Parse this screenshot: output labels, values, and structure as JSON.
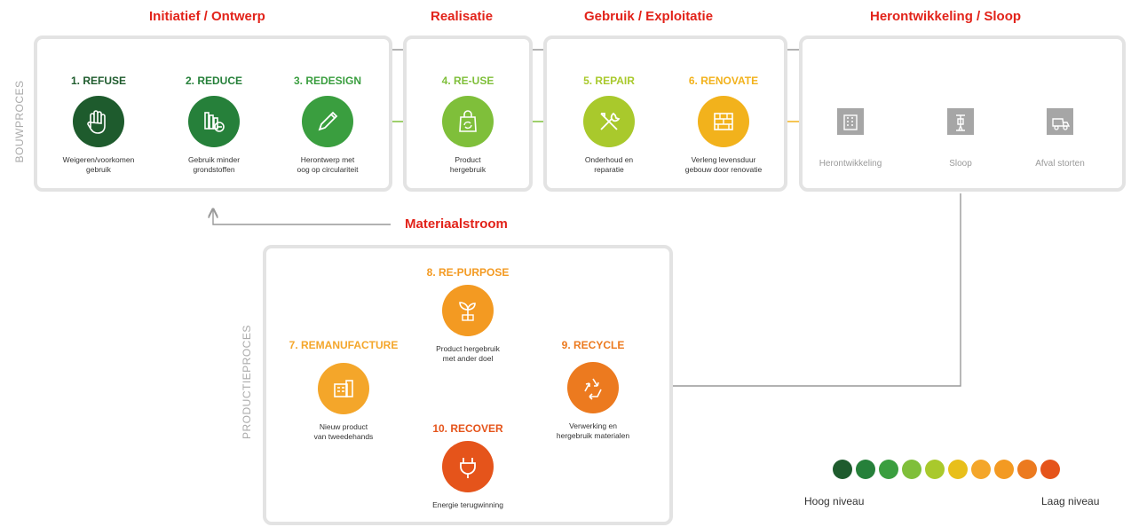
{
  "phases": {
    "initiatief": "Initiatief / Ontwerp",
    "realisatie": "Realisatie",
    "gebruik": "Gebruik / Exploitatie",
    "herontwikkeling": "Herontwikkeling / Sloop"
  },
  "side_labels": {
    "bouwproces": "BOUWPROCES",
    "productieproces": "PRODUCTIEPROCES"
  },
  "steps": [
    {
      "title": "1. REFUSE",
      "desc1": "Weigeren/voorkomen",
      "desc2": "gebruik",
      "color": "#1e5b2d",
      "icon": "hand-stop-icon"
    },
    {
      "title": "2. REDUCE",
      "desc1": "Gebruik minder",
      "desc2": "grondstoffen",
      "color": "#26803a",
      "icon": "reduce-icon"
    },
    {
      "title": "3. REDESIGN",
      "desc1": "Herontwerp met",
      "desc2": "oog op circulariteit",
      "color": "#3a9e3f",
      "icon": "pencil-icon"
    },
    {
      "title": "4. RE-USE",
      "desc1": "Product",
      "desc2": "hergebruik",
      "color": "#7fbf3a",
      "icon": "bag-icon"
    },
    {
      "title": "5. REPAIR",
      "desc1": "Onderhoud en",
      "desc2": "reparatie",
      "color": "#a9c92c",
      "icon": "tools-icon"
    },
    {
      "title": "6. RENOVATE",
      "desc1": "Verleng levensduur",
      "desc2": "gebouw door renovatie",
      "color": "#f2b21c",
      "icon": "bricks-icon"
    },
    {
      "title": "7. REMANUFACTURE",
      "desc1": "Nieuw product",
      "desc2": "van tweedehands",
      "color": "#f4a62a",
      "icon": "remanufacture-icon"
    },
    {
      "title": "8. RE-PURPOSE",
      "desc1": "Product hergebruik",
      "desc2": "met ander doel",
      "color": "#f39a22",
      "icon": "plant-icon"
    },
    {
      "title": "9. RECYCLE",
      "desc1": "Verwerking en",
      "desc2": "hergebruik materialen",
      "color": "#ec7a1f",
      "icon": "recycle-icon"
    },
    {
      "title": "10. RECOVER",
      "desc1": "Energie terugwinning",
      "desc2": "",
      "color": "#e5541b",
      "icon": "plug-icon"
    }
  ],
  "grey_steps": [
    {
      "label": "Herontwikkeling",
      "icon": "building-icon"
    },
    {
      "label": "Sloop",
      "icon": "jackhammer-icon"
    },
    {
      "label": "Afval storten",
      "icon": "dump-truck-icon"
    }
  ],
  "materiaalstroom": "Materiaalstroom",
  "legend": {
    "high": "Hoog niveau",
    "low": "Laag niveau",
    "colors": [
      "#1e5b2d",
      "#26803a",
      "#3a9e3f",
      "#7fbf3a",
      "#a9c92c",
      "#e8bf1a",
      "#f4a62a",
      "#f39a22",
      "#ec7a1f",
      "#e5541b"
    ]
  }
}
